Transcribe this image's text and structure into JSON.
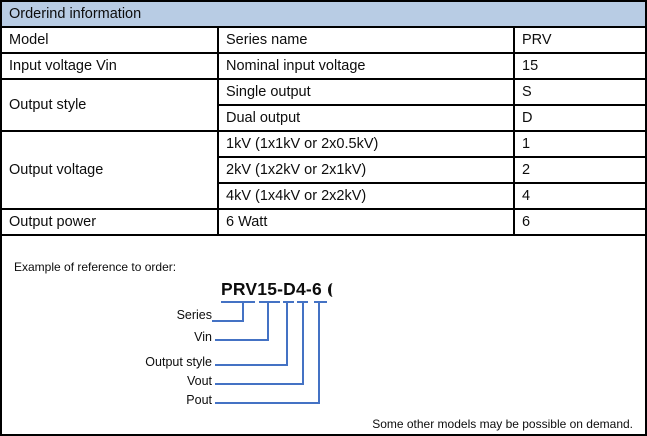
{
  "table": {
    "title": "Orderind information",
    "rows": [
      {
        "category": "Model",
        "description": "Series name",
        "code": "PRV"
      },
      {
        "category": "Input voltage Vin",
        "description": "Nominal input voltage",
        "code": "15"
      },
      {
        "category": "Output style",
        "description": "Single output",
        "code": "S"
      },
      {
        "category": "",
        "description": "Dual output",
        "code": "D"
      },
      {
        "category": "Output voltage",
        "description": "1kV (1x1kV or 2x0.5kV)",
        "code": "1"
      },
      {
        "category": "",
        "description": "2kV (1x2kV or 2x1kV)",
        "code": "2"
      },
      {
        "category": "",
        "description": "4kV (1x4kV or 2x2kV)",
        "code": "4"
      },
      {
        "category": "Output power",
        "description": "6 Watt",
        "code": "6"
      }
    ]
  },
  "example": {
    "caption": "Example of reference to order:",
    "model_code": "PRV15-D4-6",
    "callouts": [
      {
        "label": "Series"
      },
      {
        "label": "Vin"
      },
      {
        "label": "Output style"
      },
      {
        "label": "Vout"
      },
      {
        "label": "Pout"
      }
    ]
  },
  "footer_note": "Some other models may be possible on demand.",
  "colors": {
    "header_background": "#b8cce4",
    "callout_line_blue": "#4472c4",
    "border_black": "#000000"
  }
}
